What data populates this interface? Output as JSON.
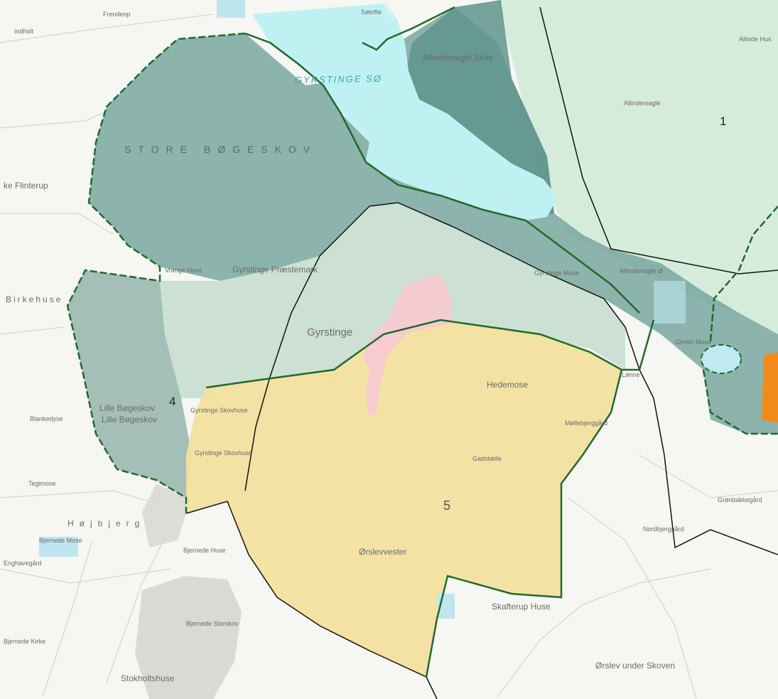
{
  "zones": [
    {
      "id": "1",
      "label": "1",
      "color": "#cfe7d6"
    },
    {
      "id": "4",
      "label": "4",
      "color": "#9cb9b1"
    },
    {
      "id": "5",
      "label": "5",
      "color": "#f1dfa0"
    }
  ],
  "colors": {
    "background": "#f6f6f3",
    "forest_dark": "#6f9e97",
    "zone1": "#d3ead9",
    "zone4": "#9cbab2",
    "zone5": "#f2e09f",
    "town": "#f7c9d2",
    "lake": "#bff1f2",
    "boundary_green": "#1f6a2a",
    "boundary_black": "#111111",
    "orange_patch": "#f28a1b",
    "small_lake": "#bfeaf2"
  },
  "labels": {
    "store_boegeskov": "STORE BØGESKOV",
    "gyrstinge_soe": "GYRSTINGE SØ",
    "allindemagle_skov": "Allindemagle Skov",
    "gyrstinge": "Gyrstinge",
    "gyrstinge_praestemark": "Gyrstinge Præstemark",
    "lille_boegeskov_1": "Lille Bøgeskov",
    "lille_boegeskov_2": "Lille Bøgeskov",
    "gyrstinge_skovhuse_1": "Gyrstinge Skovhuse",
    "gyrstinge_skovhuse_2": "Gyrstinge Skovhuse",
    "hedemose": "Hedemose",
    "gadstaelle": "Gadstælle",
    "oerslevvester": "Ørslevvester",
    "skafterup_huse": "Skafterup Huse",
    "oerslev_under_skoven": "Ørslev under Skoven",
    "hoejbjerg": "Højbjerg",
    "tegimose": "Tegimose",
    "bjernede_huse": "Bjernede Huse",
    "bjernede_storskov": "Bjernede Storskov",
    "bjernede_kirke": "Bjernede Kirke",
    "stokholtshuse": "Stokholtshuse",
    "birkehuse": "Birkehuse",
    "flinterup": "ke Flinterup",
    "indholt": "Indholt",
    "frendeop": "Frendeop",
    "soetofte": "Søtofte",
    "allindemagle": "Allindemagle",
    "allindemagle_oe": "Allindemagle Ø",
    "gyrstinge_mose": "Gyrstinge Mose",
    "vrange_huse": "Vrange Huse",
    "loenne": "Lønne",
    "gerlev": "Gerlev Mose",
    "allinde_hus": "Allinde Hus",
    "blankedyse": "Blankedyse",
    "enghavegard": "Enghavegård",
    "bjernede_mose": "Bjernede Mose",
    "gronbakkegard": "Grønbakkegård",
    "nordbjerggard": "Nordbjerggård",
    "mollebjerggard": "Møllebjerggård"
  }
}
